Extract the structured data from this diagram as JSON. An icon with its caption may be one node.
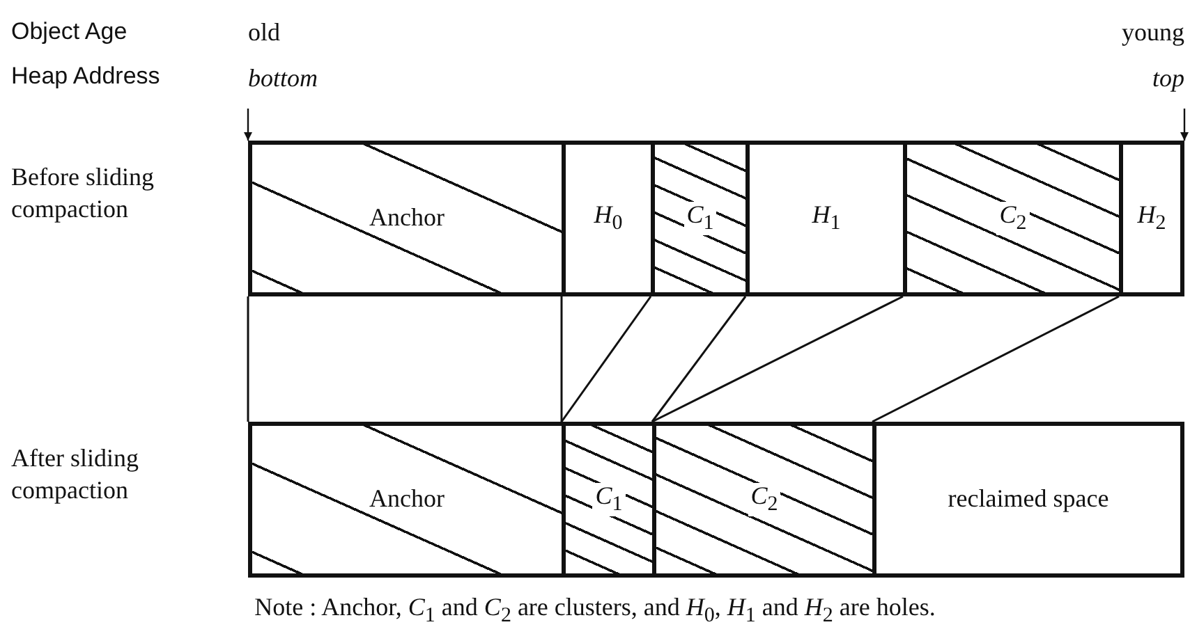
{
  "diagram": {
    "caption": "Note : Anchor, *C*$_{1}$ and *C*$_{2}$ are clusters, and *H*$_{0}$, *H*$_{1}$ and *H*$_{2}$ are holes.",
    "nodes": [
      {
        "text": [
          "bottom"
        ]
      },
      {
        "text": [
          "top"
        ]
      },
      {
        "text": [],
        "shape": "bar"
      },
      {
        "text": [
          "Anchor"
        ],
        "in": 2
      },
      {
        "text": [
          "*H*$_{0}$"
        ],
        "in": 2
      },
      {
        "text": [
          "*C*$_{1}$"
        ],
        "in": 2
      },
      {
        "text": [
          "*H*$_{1}$"
        ],
        "in": 2
      },
      {
        "text": [
          "*C*$_{2}$"
        ],
        "in": 2
      },
      {
        "text": [
          "*H*$_{2}$"
        ],
        "in": 2
      },
      {
        "text": [],
        "shape": "bar"
      },
      {
        "text": [
          "Anchor"
        ],
        "in": 9
      },
      {
        "text": [
          "*C*$_{1}$"
        ],
        "in": 9
      },
      {
        "text": [
          "*C*$_{2}$"
        ],
        "in": 9
      },
      {
        "text": [
          "reclaimed space"
        ],
        "in": 9
      }
    ],
    "edges": [
      {
        "from": 0,
        "to": 2,
        "arrow": "to"
      },
      {
        "from": 1,
        "to": 2,
        "arrow": "to"
      }
    ],
    "labels": [
      "Object Age",
      "old",
      "young",
      "Heap Address",
      "Before sliding compaction",
      "After sliding compaction"
    ]
  }
}
